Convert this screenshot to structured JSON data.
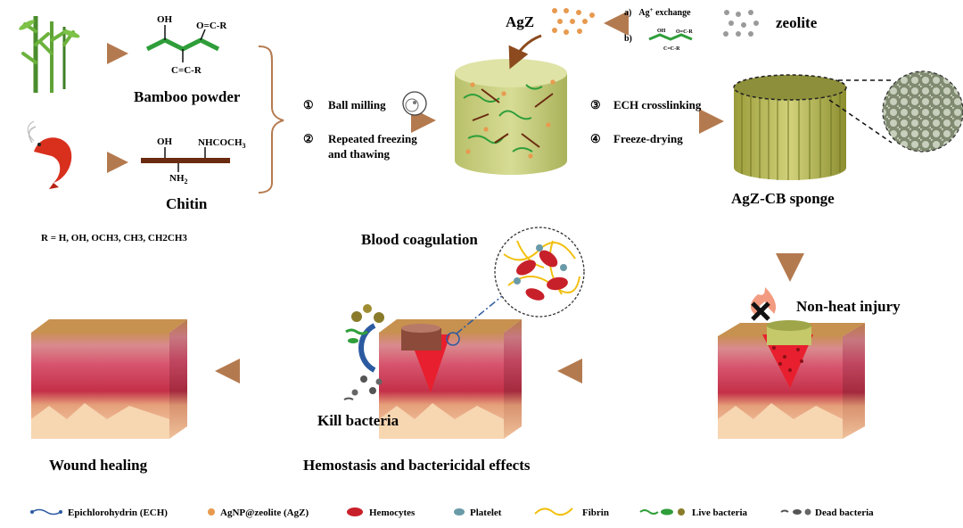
{
  "colors": {
    "arrow": "#b47a4f",
    "bamboo_chain": "#2f9e3a",
    "chitin_chain": "#6b2b10",
    "skin_top": "#c9884f",
    "skin_pink": "#d76a7c",
    "skin_red": "#b22234",
    "skin_tan": "#f1c49a",
    "sponge": "#bcbf5c",
    "hydrogel": "#c9cf7e",
    "agz": "#e89a4f",
    "zeolite": "#9a9a9a",
    "hemocyte": "#c8202a",
    "fibrin": "#f2c010",
    "platelet": "#6a9aa8"
  },
  "left": {
    "oh_bamboo": "OH",
    "ocr": "O=C-R",
    "ccr": "C=C-R",
    "bamboo_label": "Bamboo powder",
    "oh_chitin": "OH",
    "nhcoch3": "NHCOCH",
    "nhcoch3_sub": "3",
    "nh2": "NH",
    "nh2_sub": "2",
    "chitin_label": "Chitin",
    "r_def": "R = H, OH, OCH3, CH3, CH2CH3"
  },
  "steps": {
    "s1_num": "①",
    "s1": "Ball milling",
    "s2_num": "②",
    "s2a": "Repeated freezing",
    "s2b": "and thawing",
    "s3_num": "③",
    "s3": "ECH crosslinking",
    "s4_num": "④",
    "s4": "Freeze-drying"
  },
  "top": {
    "agz": "AgZ",
    "exchange_a": "a)",
    "exchange_text": "Ag",
    "exchange_sup": "+",
    "exchange_text2": " exchange",
    "exchange_b": "b)",
    "zeolite": "zeolite",
    "mini_oh": "OH",
    "mini_ocr": "O=C-R",
    "mini_ccr": "C=C-R"
  },
  "right": {
    "sponge_label": "AgZ-CB sponge",
    "nonheat": "Non-heat injury"
  },
  "middle": {
    "coag": "Blood coagulation",
    "kill": "Kill bacteria",
    "hemo_label": "Hemostasis and bactericidal effects",
    "wound": "Wound healing"
  },
  "legend": {
    "ech": "Epichlorohydrin (ECH)",
    "agz": "AgNP@zeolite (AgZ)",
    "hemocytes": "Hemocytes",
    "platelet": "Platelet",
    "fibrin": "Fibrin",
    "live": "Live bacteria",
    "dead": "Dead bacteria"
  }
}
